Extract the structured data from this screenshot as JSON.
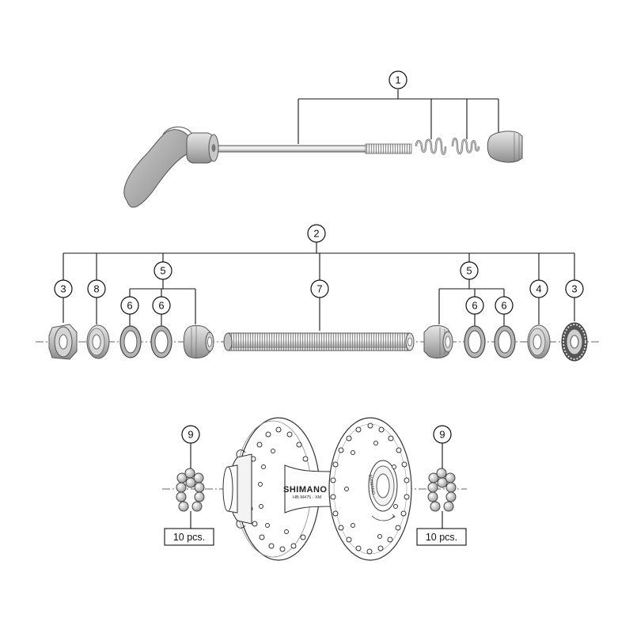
{
  "callouts": {
    "c1": "1",
    "c2": "2",
    "c3a": "3",
    "c8": "8",
    "c5a": "5",
    "c6a": "6",
    "c6b": "6",
    "c7": "7",
    "c5b": "5",
    "c6c": "6",
    "c6d": "6",
    "c4": "4",
    "c3b": "3",
    "c9a": "9",
    "c9b": "9"
  },
  "quantities": {
    "left": "10 pcs.",
    "right": "10 pcs."
  },
  "hub": {
    "brand": "SHIMANO",
    "model": "HB-M475 · XM",
    "flange_text": "SHIMANO"
  },
  "colors": {
    "line": "#111111",
    "part_fill": "#c9c9c9",
    "part_dark": "#9a9a9a",
    "part_light": "#ececec"
  }
}
